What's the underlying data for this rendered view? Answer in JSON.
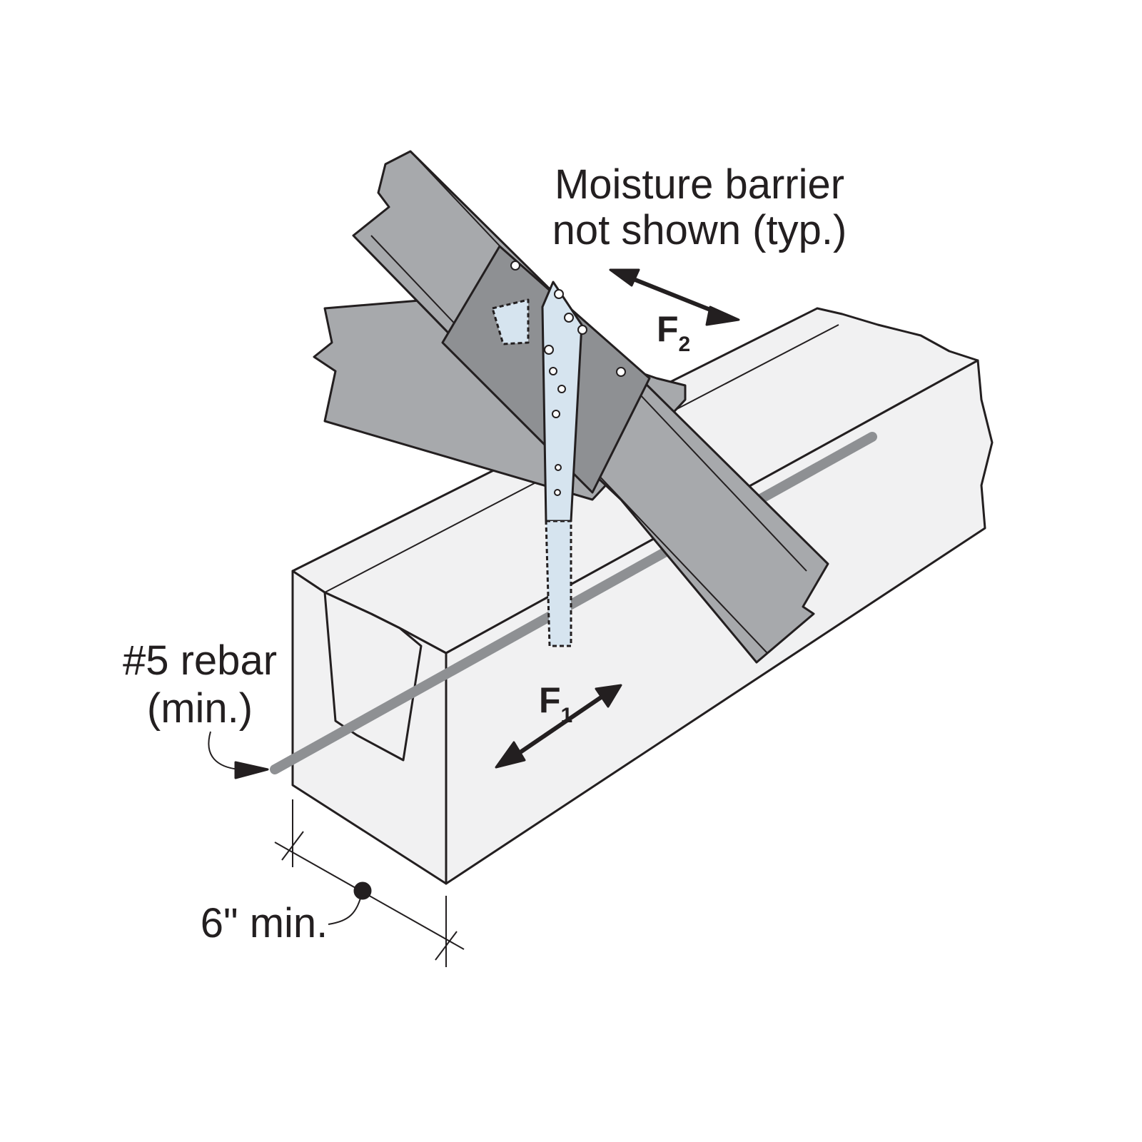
{
  "labels": {
    "moisture_line1": "Moisture barrier",
    "moisture_line2": "not shown (typ.)",
    "rebar_line1": "#5 rebar",
    "rebar_line2": "(min.)",
    "width_dim": "6\" min."
  },
  "forces": {
    "f1": {
      "letter": "F",
      "sub": "1"
    },
    "f2": {
      "letter": "F",
      "sub": "2"
    }
  },
  "colors": {
    "concrete": "#f1f1f2",
    "steel": "#a7a9ac",
    "steel_dark": "#8e9093",
    "strap": "#d6e4ef",
    "line": "#231f20"
  }
}
